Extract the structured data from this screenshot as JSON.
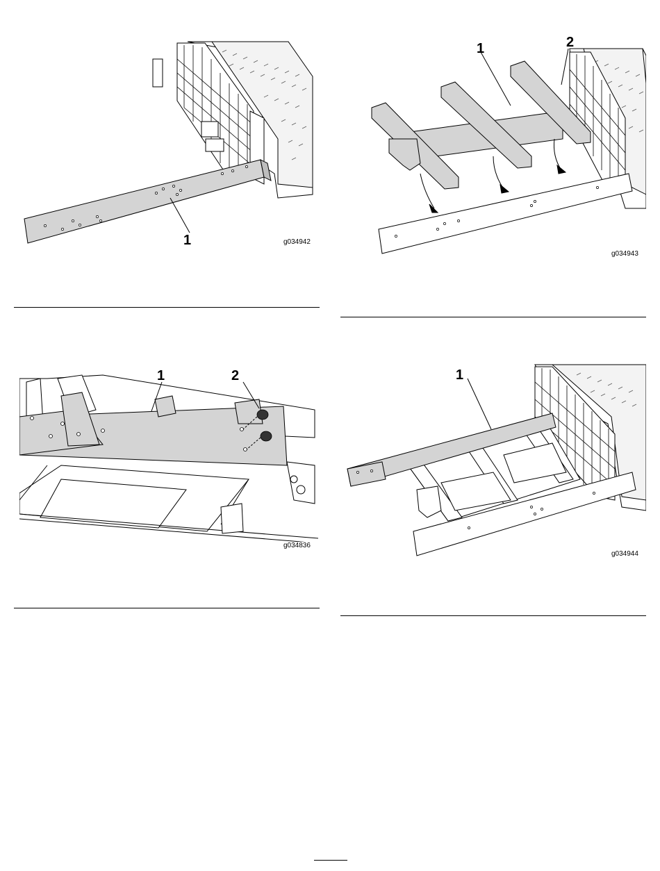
{
  "figures": [
    {
      "code": "g034942",
      "callouts": [
        "1"
      ]
    },
    {
      "code": "g034943",
      "callouts": [
        "1",
        "2"
      ]
    },
    {
      "code": "g034836",
      "callouts": [
        "1",
        "2"
      ]
    },
    {
      "code": "g034944",
      "callouts": [
        "1"
      ]
    }
  ]
}
